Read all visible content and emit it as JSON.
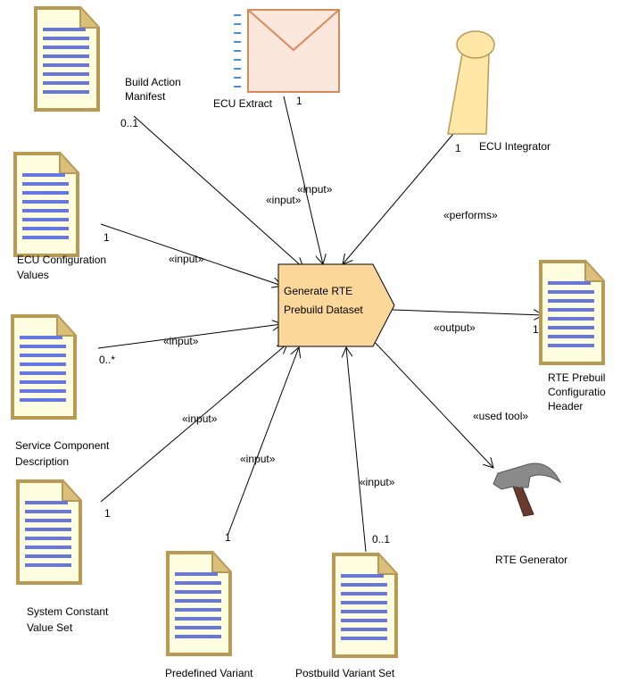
{
  "colors": {
    "doc_fill": "#fffde0",
    "doc_border": "#b99a54",
    "doc_lines": "#6677dd",
    "task_fill": "#fbd79a",
    "task_border": "#000000",
    "envelope_fill": "#fbe7dc",
    "envelope_border": "#d98a5a",
    "role_fill": "#ffe7a8",
    "role_border": "#b99a54",
    "hammer_head": "#888888",
    "hammer_handle": "#6b3a2e"
  },
  "task": {
    "line1": "Generate RTE",
    "line2": "Prebuild Dataset"
  },
  "icons": {
    "documents": "document-icon",
    "ecu_extract": "envelope-icon",
    "ecu_integrator": "role-icon",
    "rte_generator": "hammer-icon"
  },
  "labels": {
    "build_action_manifest": [
      "Build Action",
      "Manifest"
    ],
    "ecu_extract": "ECU Extract",
    "ecu_integrator": "ECU Integrator",
    "ecu_configuration_values": [
      "ECU Configuration",
      "Values"
    ],
    "service_component_description": [
      "Service Component",
      "Description"
    ],
    "system_constant_value_set": [
      "System Constant",
      "Value Set"
    ],
    "predefined_variant": "Predefined Variant",
    "postbuild_variant_set": "Postbuild Variant Set",
    "rte_prebuild_configuration_header": [
      "RTE Prebuil",
      "Configuratio",
      "Header"
    ],
    "rte_generator": "RTE Generator"
  },
  "multiplicities": {
    "build_action_manifest": "0..1",
    "ecu_extract": "1",
    "ecu_integrator": "1",
    "ecu_configuration_values": "1",
    "service_component_description": "0..*",
    "system_constant_value_set": "1",
    "predefined_variant": "1",
    "postbuild_variant_set": "0..1",
    "rte_prebuild_configuration_header": "1"
  },
  "stereotypes": {
    "input": "«input»",
    "output": "«output»",
    "performs": "«performs»",
    "used_tool": "«used tool»"
  }
}
